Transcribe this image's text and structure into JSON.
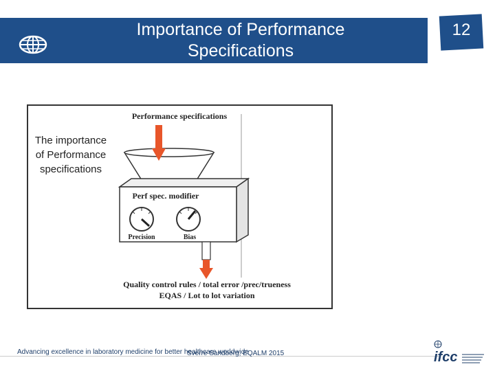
{
  "slide": {
    "title": "Importance of Performance Specifications",
    "page_number": "12"
  },
  "figure": {
    "side_text": "The importance of Performance specifications",
    "input_label": "Performance specifications",
    "modifier_label": "Perf spec. modifier",
    "gauges": [
      "Precision",
      "Bias"
    ],
    "output_line_1": "Quality control rules / total error /prec/trueness",
    "output_line_2": "EQAS / Lot to lot variation"
  },
  "footer": {
    "tagline": "Advancing excellence in laboratory medicine for better healthcare worldwide",
    "credit": "Sverre Sandberg, EQALM 2015",
    "logo_text": "ifcc"
  },
  "colors": {
    "header": "#1f4f8a",
    "arrow": "#e8562a"
  },
  "icons": {
    "header": "globe-icon",
    "footer": "ifcc-logo"
  }
}
